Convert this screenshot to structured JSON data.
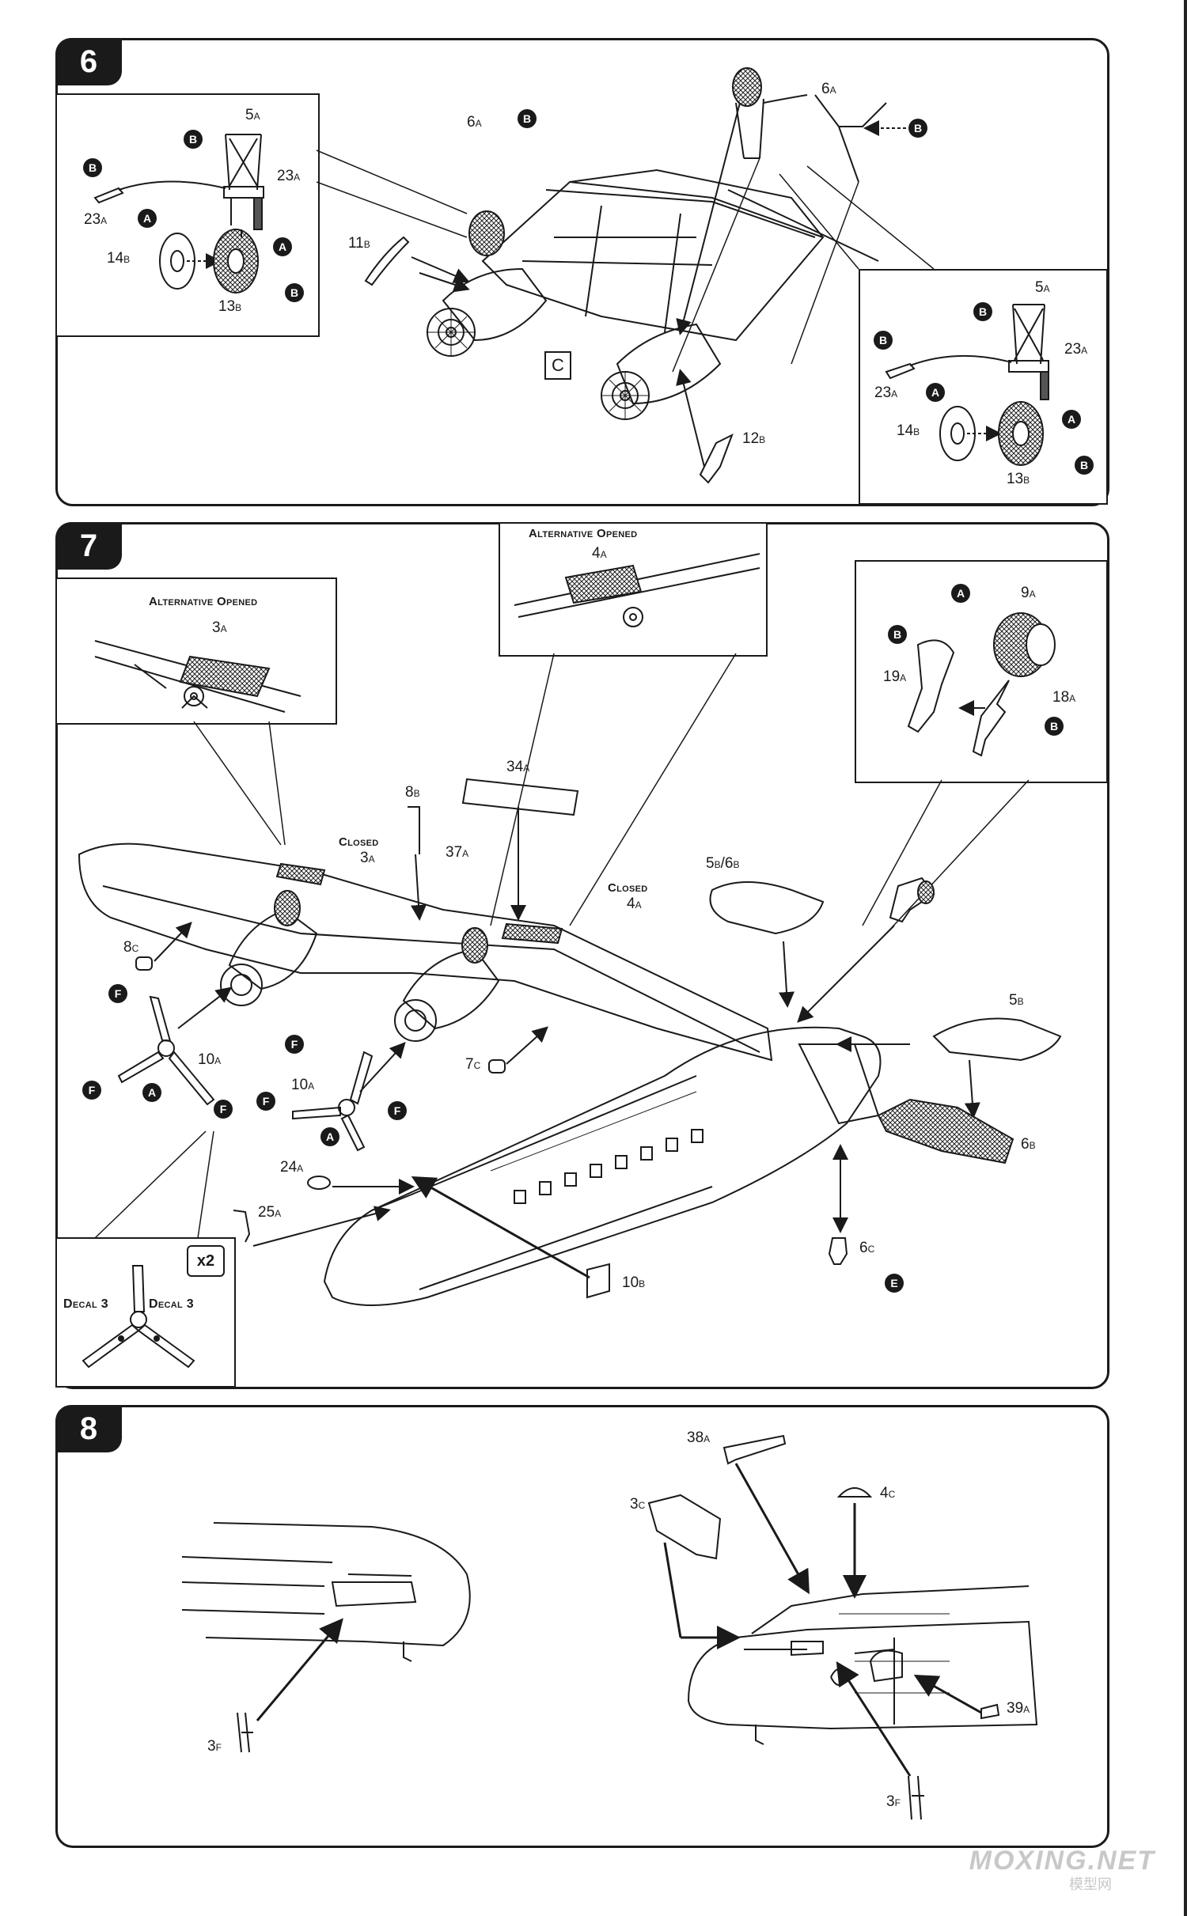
{
  "steps": [
    {
      "number": "6"
    },
    {
      "number": "7"
    },
    {
      "number": "8"
    }
  ],
  "step6": {
    "inset_left": {
      "labels": [
        "5A",
        "23A",
        "23A",
        "14B",
        "13B"
      ],
      "codes": [
        "B",
        "B",
        "A",
        "A",
        "B"
      ]
    },
    "main": {
      "labels": [
        "6A",
        "11B",
        "12B"
      ],
      "codes": [
        "B"
      ],
      "box_letter": "C"
    },
    "top_right": {
      "labels": [
        "6A"
      ],
      "codes": [
        "B"
      ]
    },
    "inset_right": {
      "labels": [
        "5A",
        "23A",
        "23A",
        "14B",
        "13B"
      ],
      "codes": [
        "B",
        "B",
        "A",
        "A",
        "B"
      ]
    }
  },
  "step7": {
    "inset_left": {
      "title": "Alternative Opened",
      "labels": [
        "3A"
      ]
    },
    "inset_center": {
      "title": "Alternative Opened",
      "labels": [
        "4A"
      ]
    },
    "inset_right": {
      "labels": [
        "9A",
        "19A",
        "18A"
      ],
      "codes": [
        "A",
        "B",
        "B"
      ]
    },
    "closed_labels": [
      {
        "word": "Closed",
        "part": "3A"
      },
      {
        "word": "Closed",
        "part": "4A"
      }
    ],
    "labels": [
      "8B",
      "34A",
      "37A",
      "5B/6B",
      "5B",
      "6B",
      "8C",
      "10A",
      "10A",
      "7C",
      "24A",
      "25A",
      "10B",
      "6C"
    ],
    "codes": [
      "F",
      "F",
      "A",
      "F",
      "F",
      "F",
      "A",
      "F",
      "E"
    ],
    "prop_inset": {
      "decal_left": "Decal 3",
      "decal_right": "Decal 3",
      "multiplier": "x2"
    }
  },
  "step8": {
    "labels": [
      "3F",
      "38A",
      "4C",
      "3C",
      "39A",
      "3F"
    ]
  },
  "watermark": {
    "line1": "MOXING.NET",
    "line2": "模型网"
  }
}
